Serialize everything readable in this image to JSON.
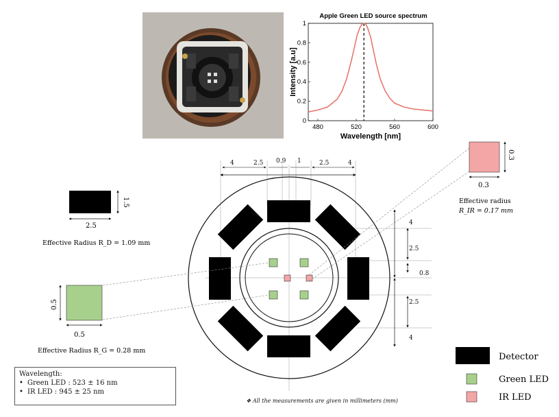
{
  "chart_data": {
    "type": "line",
    "title": "Apple Green LED source spectrum",
    "xlabel": "Wavelength [nm]",
    "ylabel": "Intensity [a.u]",
    "xlim": [
      470,
      600
    ],
    "ylim": [
      0,
      1
    ],
    "xticks": [
      "480",
      "520",
      "560",
      "600"
    ],
    "yticks": [
      "0",
      "0.2",
      "0.4",
      "0.6",
      "0.8",
      "1"
    ],
    "peak_line_x": 528,
    "series": [
      {
        "color": "#e8776e",
        "x": [
          470,
          480,
          490,
          500,
          505,
          510,
          515,
          518,
          521,
          524,
          526,
          528,
          530,
          532,
          535,
          538,
          541,
          545,
          550,
          555,
          560,
          570,
          580,
          590,
          600
        ],
        "y": [
          0.09,
          0.11,
          0.14,
          0.22,
          0.3,
          0.43,
          0.62,
          0.75,
          0.88,
          0.96,
          0.99,
          1.0,
          0.99,
          0.95,
          0.86,
          0.72,
          0.58,
          0.43,
          0.31,
          0.23,
          0.18,
          0.14,
          0.12,
          0.11,
          0.1
        ]
      }
    ]
  },
  "diagram": {
    "top_dims": [
      "4",
      "2.5",
      "0.9",
      "1",
      "2.5",
      "4"
    ],
    "right_dims": [
      "4",
      "2.5",
      "0.8",
      "2.5",
      "4"
    ],
    "detector": {
      "width_label": "2.5",
      "height_label": "1.5",
      "caption": "Effective Radius R_D = 1.09 mm"
    },
    "green_led": {
      "width_label": "0.5",
      "height_label": "0.5",
      "caption": "Effective Radius R_G = 0.28 mm"
    },
    "ir_led": {
      "width_label": "0.3",
      "height_label": "0.3",
      "caption_line1": "Effective radius",
      "caption_line2": "R_IR = 0.17 mm"
    },
    "colors": {
      "detector": "#000000",
      "green": "#a8d08d",
      "ir": "#f4a6a6"
    }
  },
  "legend": {
    "items": [
      {
        "label": "Detector"
      },
      {
        "label": "Green LED"
      },
      {
        "label": "IR LED"
      }
    ]
  },
  "wavelength_box": {
    "title": "Wavelength:",
    "green": "Green LED : 523 ± 16 nm",
    "ir": "IR LED : 945 ± 25 nm"
  },
  "footnote": "❖ All the measurements are given in millimeters (mm)"
}
